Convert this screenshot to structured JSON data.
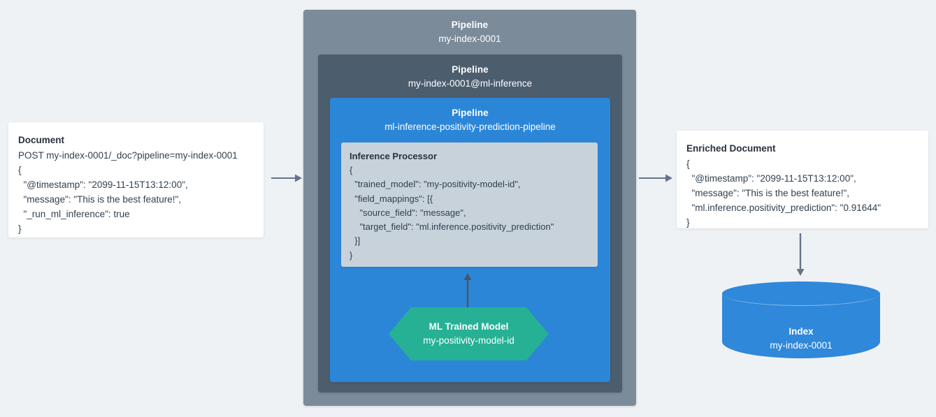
{
  "background": "#eef2f5",
  "colors": {
    "outer_pipeline": "#7b8b9a",
    "middle_pipeline": "#4c5d6d",
    "inner_pipeline": "#2c86d8",
    "processor_card": "#c8d2db",
    "ml_model": "#26b195",
    "index": "#2f88d9",
    "arrow": "#64748b",
    "card_background": "#ffffff",
    "text_dark": "#2a3b4d"
  },
  "document": {
    "title": "Document",
    "lines": [
      "POST my-index-0001/_doc?pipeline=my-index-0001",
      "{",
      "  \"@timestamp\": \"2099-11-15T13:12:00\",",
      "  \"message\": \"This is the best feature!\",",
      "  \"_run_ml_inference\": true",
      "}"
    ]
  },
  "pipelines": {
    "outer": {
      "kind": "Pipeline",
      "name": "my-index-0001"
    },
    "middle": {
      "kind": "Pipeline",
      "name": "my-index-0001@ml-inference"
    },
    "inner": {
      "kind": "Pipeline",
      "name": "ml-inference-positivity-prediction-pipeline"
    }
  },
  "inference_processor": {
    "title": "Inference Processor",
    "lines": [
      "{",
      "  \"trained_model\": \"my-positivity-model-id\",",
      "  \"field_mappings\": [{",
      "    \"source_field\": \"message\",",
      "    \"target_field\": \"ml.inference.positivity_prediction\"",
      "  }]",
      "}"
    ]
  },
  "ml_model": {
    "title": "ML Trained Model",
    "name": "my-positivity-model-id"
  },
  "enriched_document": {
    "title": "Enriched Document",
    "lines": [
      "{",
      "  \"@timestamp\": \"2099-11-15T13:12:00\",",
      "  \"message\": \"This is the best feature!\",",
      "  \"ml.inference.positivity_prediction\": \"0.91644\"",
      "}"
    ]
  },
  "index": {
    "title": "Index",
    "name": "my-index-0001"
  },
  "arrows": [
    {
      "name": "document-to-pipeline",
      "direction": "right"
    },
    {
      "name": "pipeline-to-enriched-document",
      "direction": "right"
    },
    {
      "name": "ml-model-to-inference-processor",
      "direction": "up"
    },
    {
      "name": "enriched-document-to-index",
      "direction": "down"
    }
  ]
}
